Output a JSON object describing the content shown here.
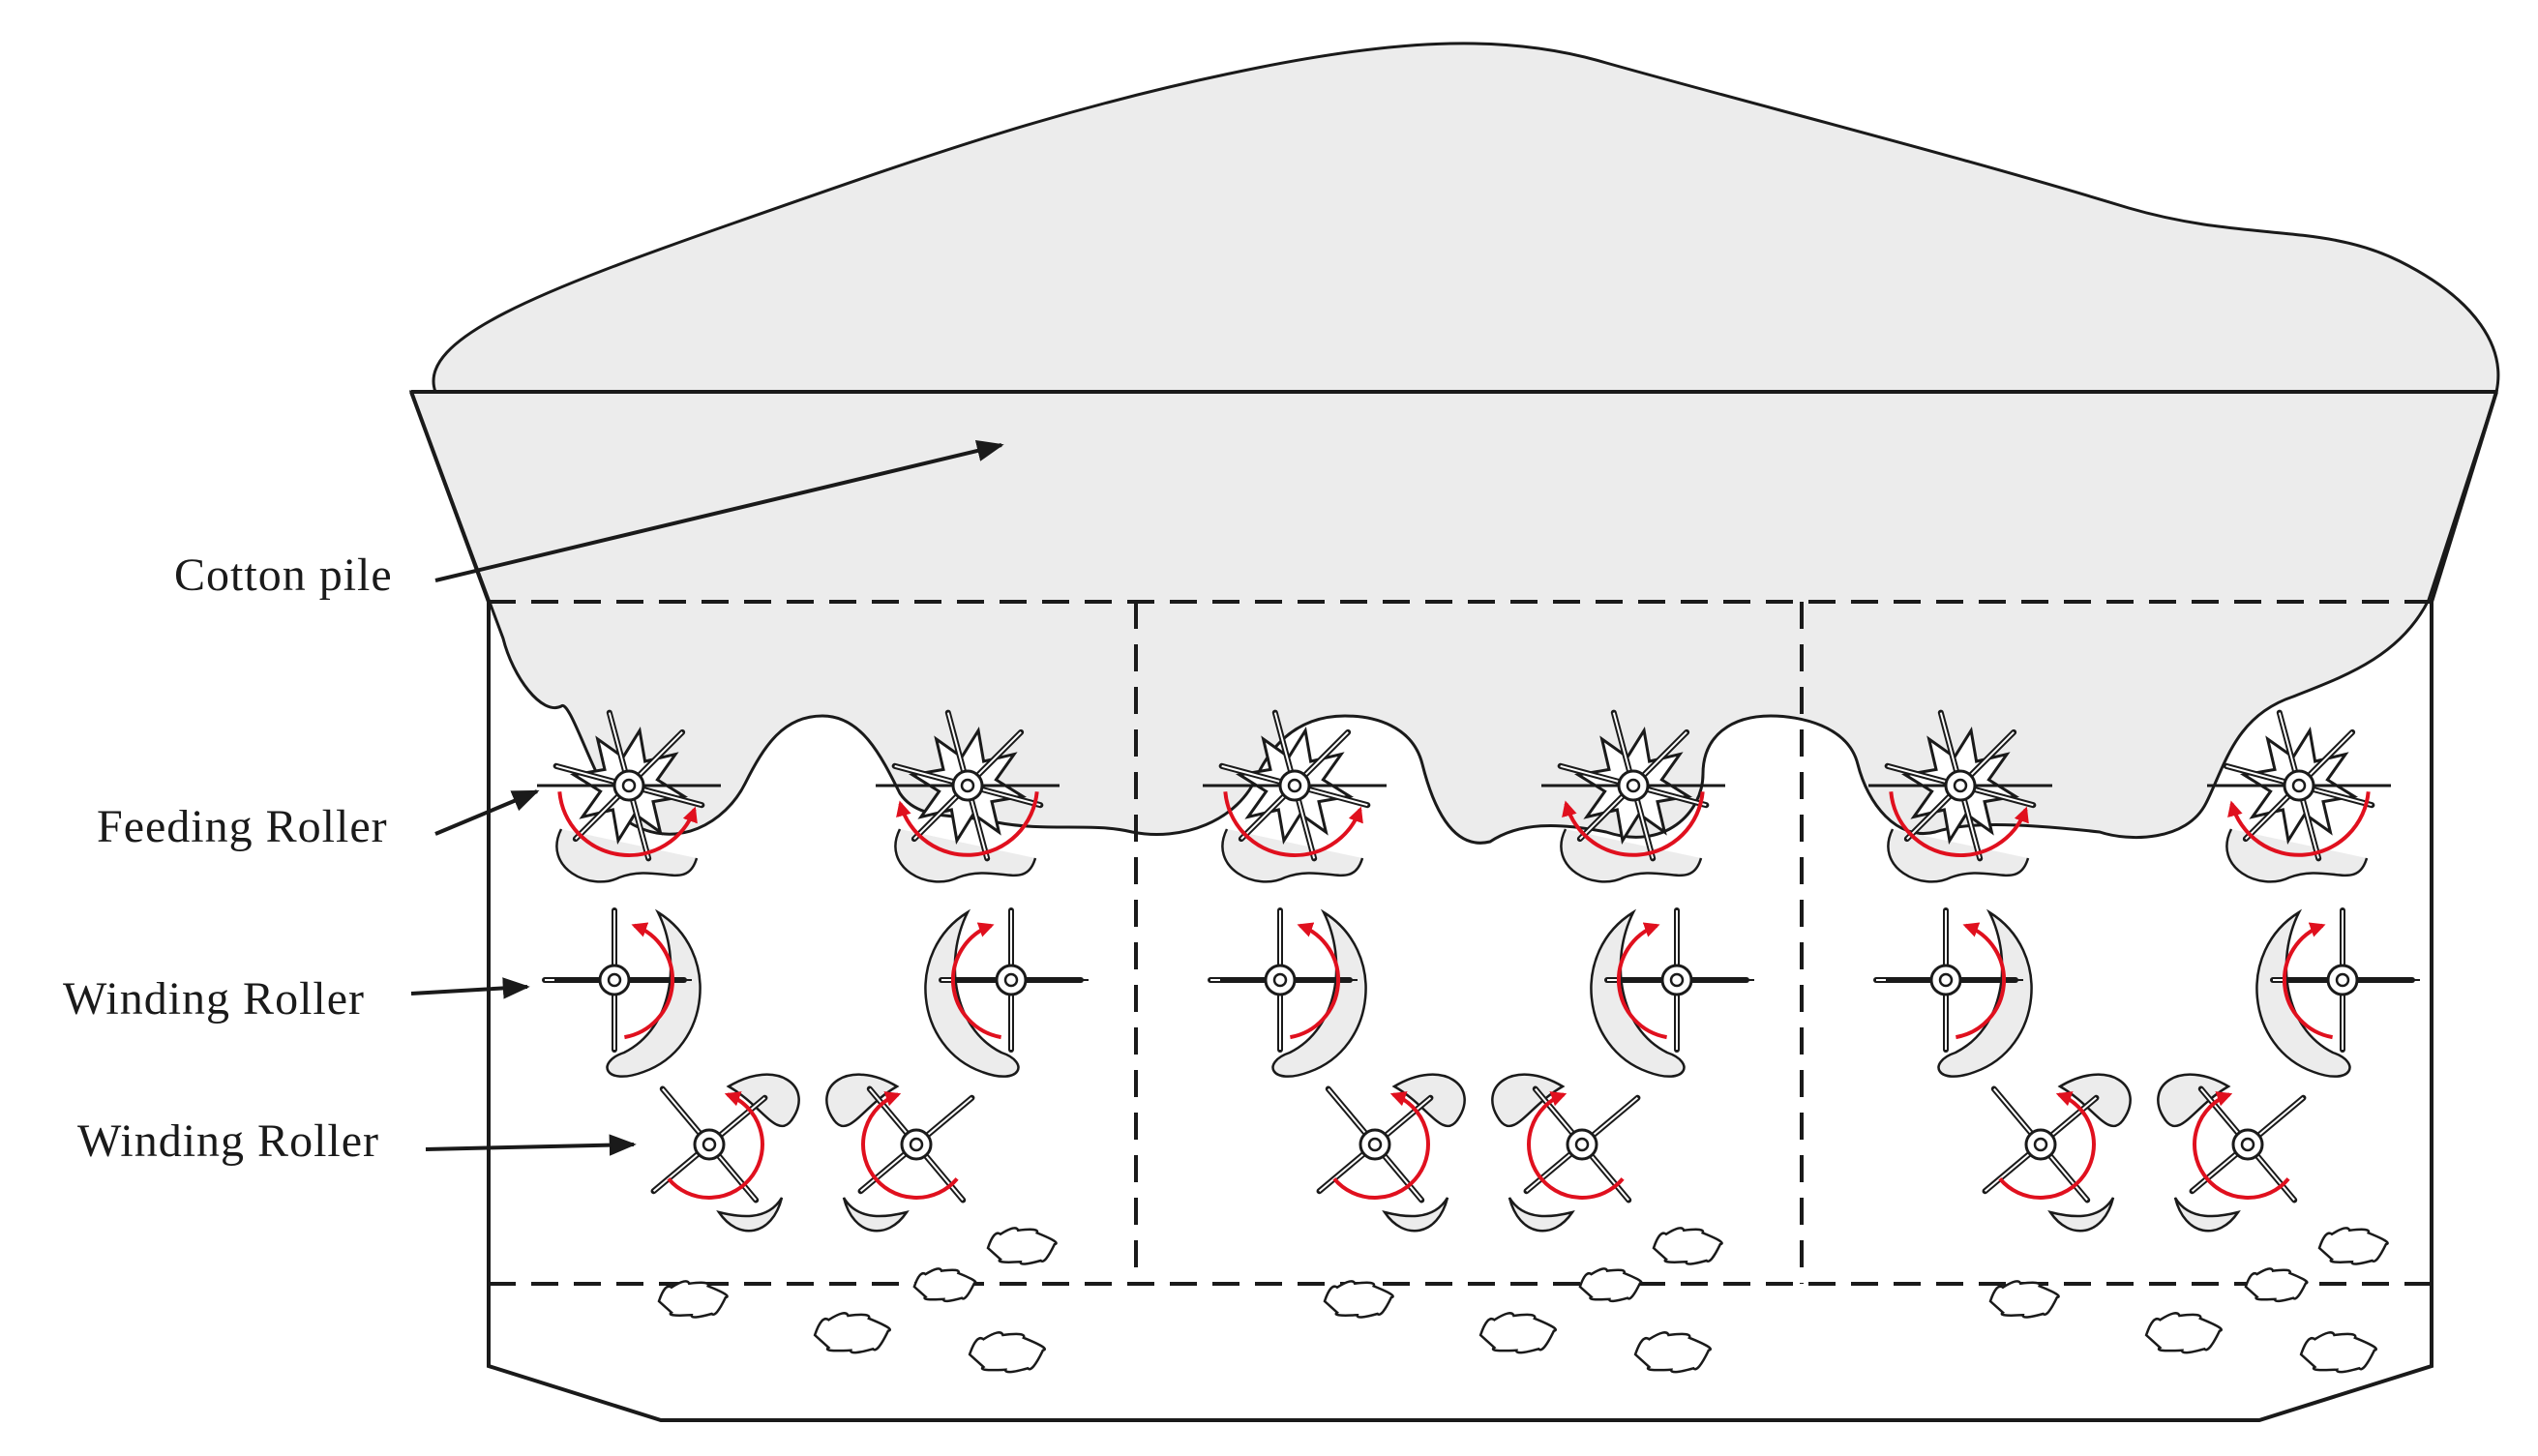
{
  "labels": {
    "cotton_pile": "Cotton pile",
    "feeding_roller": "Feeding Roller",
    "winding_roller_upper": "Winding Roller",
    "winding_roller_lower": "Winding Roller"
  },
  "colors": {
    "outline": "#1a1a1a",
    "cotton_fill": "#ececec",
    "rotation_arrow": "#e0101e",
    "background": "#ffffff"
  },
  "units": {
    "count": 3,
    "rollers_per_unit": [
      "feeding-roller-left",
      "feeding-roller-right",
      "winding-roller-upper-left",
      "winding-roller-upper-right",
      "winding-roller-lower-left",
      "winding-roller-lower-right"
    ]
  },
  "icons": [
    "rotation-arrow-icon",
    "cotton-tuft-icon",
    "roller-hub-icon"
  ]
}
